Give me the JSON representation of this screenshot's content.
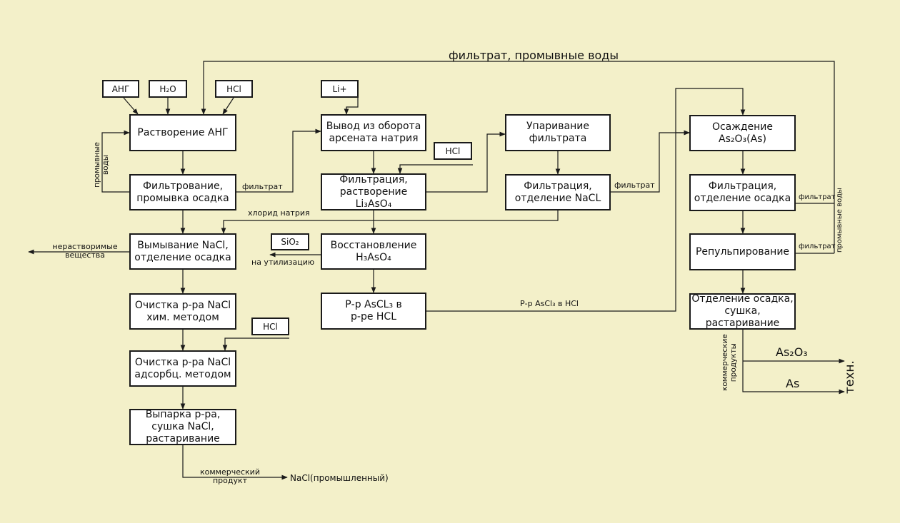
{
  "title": "фильтрат, промывные воды",
  "inputs": {
    "ang": "АНГ",
    "h2o": "H₂O",
    "hcl_top": "HCl",
    "li": "Li+",
    "hcl_mid": "HCl",
    "sio2": "SiO₂",
    "hcl_low": "HCl"
  },
  "boxes": {
    "dissolution": "Растворение АНГ",
    "filtration_wash": "Фильтрование,\nпромывка осадка",
    "nacl_wash": "Вымывание NaCl,\nотделение осадка",
    "chem_purify": "Очистка р-ра NaCl\nхим. методом",
    "adsorb_purify": "Очистка р-ра NaCl\nадсорбц. методом",
    "evaporation_dry": "Выпарка р-ра,\nсушка NaCl,\nрастаривание",
    "arsenate_removal": "Вывод из оборота\nарсената натрия",
    "filtration_li": "Фильтрация,\nрастворение Li₃AsO₄",
    "reduction": "Восстановление\nH₃AsO₄",
    "ascl3": "Р-р AsCL₃ в\nр-ре HCL",
    "evap_filtrate": "Упаривание\nфильтрата",
    "filtration_nacl": "Фильтрация,\nотделение NaCL",
    "precipitation": "Осаждение\nAs₂O₃(As)",
    "filtration_sep": "Фильтрация,\nотделение осадка",
    "repulp": "Репульпирование",
    "sep_dry": "Отделение осадка,\nсушка, растаривание"
  },
  "labels": {
    "wash_water": "промывные\nводы",
    "filtrate_1": "фильтрат",
    "sodium_chloride": "хлорид натрия",
    "insoluble": "нерастворимые\nвещества",
    "to_disposal": "на утилизацию",
    "filtrate_2": "фильтрат",
    "ascl3_in_hcl": "Р-р AsCl₃ в HCl",
    "filtrate_3": "фильтрат",
    "filtrate_4": "фильтрат",
    "wash_water_right": "промывные воды",
    "commercial_products": "коммерческие\nпродукты",
    "as2o3": "As₂O₃",
    "as": "As",
    "tech": "техн.",
    "commercial_product": "коммерческий\nпродукт",
    "nacl_industrial": "NaCl(промышленный)"
  },
  "colors": {
    "background": "#f3f0c9",
    "line": "#1a1a1a",
    "box_fill": "#ffffff"
  }
}
